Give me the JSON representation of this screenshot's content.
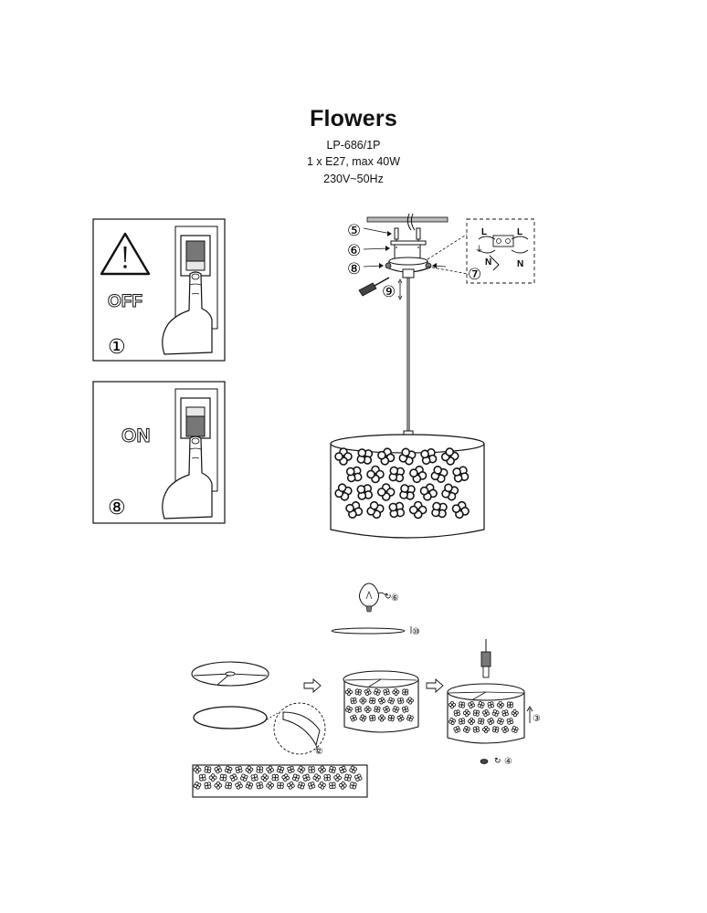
{
  "product": {
    "name": "Flowers",
    "model": "LP-686/1P",
    "bulb": "1 x E27, max 40W",
    "voltage": "230V~50Hz"
  },
  "panels": {
    "off_text": "OFF",
    "off_step": "①",
    "on_text": "ON",
    "on_step": "⑧"
  },
  "callouts": {
    "c5": "⑤",
    "c6": "⑥",
    "c7": "⑦",
    "c8": "⑧",
    "c9": "⑨",
    "c10": "⑩",
    "c2": "②",
    "c3": "③",
    "c4": "④",
    "bulb_step": "⑥"
  },
  "wiring": {
    "l_left": "L",
    "l_right": "L",
    "n_left": "N",
    "n_right": "N"
  },
  "icons": [
    "warning-icon",
    "light-switch-icon",
    "pointing-hand-icon",
    "screwdriver-icon",
    "bulb-icon",
    "arrow-right-icon",
    "arrow-up-icon"
  ]
}
